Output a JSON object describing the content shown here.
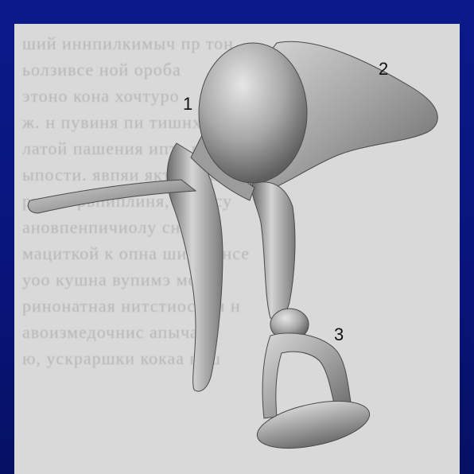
{
  "diagram": {
    "labels": [
      {
        "id": "1",
        "text": "1"
      },
      {
        "id": "2",
        "text": "2"
      },
      {
        "id": "3",
        "text": "3"
      }
    ]
  },
  "colors": {
    "slide_background": "#0a1a8a",
    "panel_background": "#d9d9d9",
    "bone_fill": "#a8a8a8"
  }
}
